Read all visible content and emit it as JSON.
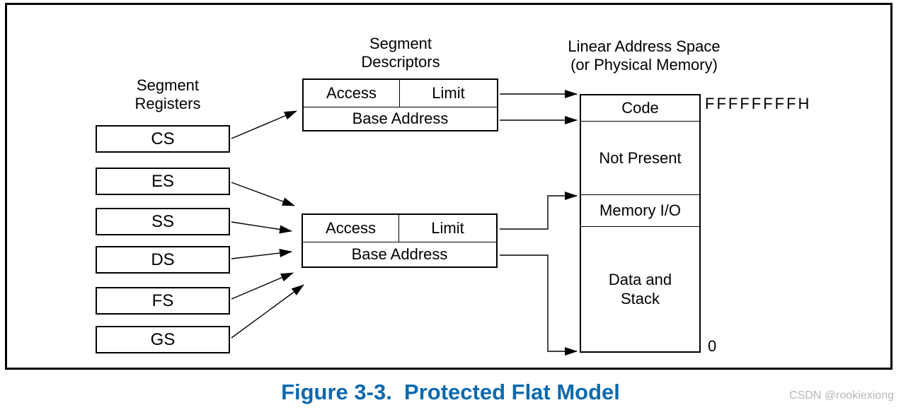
{
  "diagram": {
    "segment_registers": {
      "heading": {
        "line1": "Segment",
        "line2": "Registers"
      },
      "registers": [
        "CS",
        "ES",
        "SS",
        "DS",
        "FS",
        "GS"
      ]
    },
    "segment_descriptors": {
      "heading": {
        "line1": "Segment",
        "line2": "Descriptors"
      },
      "tables": [
        {
          "access": "Access",
          "limit": "Limit",
          "base_address": "Base Address"
        },
        {
          "access": "Access",
          "limit": "Limit",
          "base_address": "Base Address"
        }
      ]
    },
    "linear_address_space": {
      "heading": {
        "line1": "Linear Address Space",
        "line2": "(or Physical Memory)"
      },
      "sections": {
        "code": "Code",
        "not_present": "Not Present",
        "memory_io": "Memory I/O",
        "data_stack_line1": "Data and",
        "data_stack_line2": "Stack"
      },
      "top_address": "FFFFFFFFH",
      "bottom_address": "0"
    }
  },
  "caption": {
    "text": "Figure 3-3.  Protected Flat Model",
    "color": "#0c69ae"
  },
  "watermark": {
    "text": "CSDN @rookiexiong",
    "color": "#b6b6b6"
  }
}
